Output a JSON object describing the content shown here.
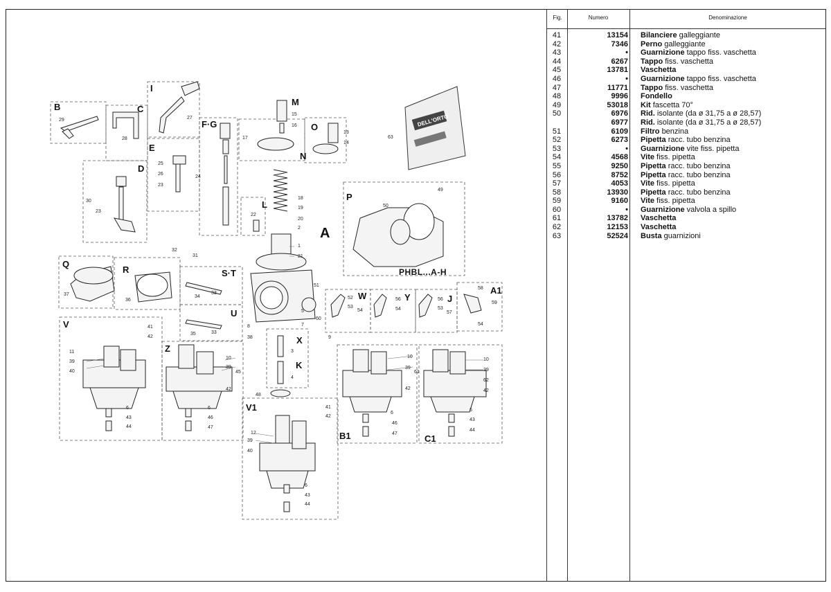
{
  "table": {
    "headers": {
      "fig": "Fig.",
      "numero": "Numero",
      "denominazione": "Denominazione"
    },
    "rows": [
      {
        "fig": "41",
        "numero": "13154",
        "name": "Bilanciere",
        "detail": "galleggiante"
      },
      {
        "fig": "42",
        "numero": "7346",
        "name": "Perno",
        "detail": "galleggiante"
      },
      {
        "fig": "43",
        "numero": "•",
        "name": "Guarnizione",
        "detail": "tappo fiss. vaschetta"
      },
      {
        "fig": "44",
        "numero": "6267",
        "name": "Tappo",
        "detail": "fiss. vaschetta"
      },
      {
        "fig": "45",
        "numero": "13781",
        "name": "Vaschetta",
        "detail": ""
      },
      {
        "fig": "46",
        "numero": "•",
        "name": "Guarnizione",
        "detail": "tappo fiss. vaschetta"
      },
      {
        "fig": "47",
        "numero": "11771",
        "name": "Tappo",
        "detail": "fiss. vaschetta"
      },
      {
        "fig": "48",
        "numero": "9996",
        "name": "Fondello",
        "detail": ""
      },
      {
        "fig": "49",
        "numero": "53018",
        "name": "Kit",
        "detail": "fascetta 70°"
      },
      {
        "fig": "50",
        "numero": "6976",
        "name": "Rid.",
        "detail": "isolante (da ø 31,75 a ø 28,57)"
      },
      {
        "fig": "",
        "numero": "6977",
        "name": "Rid.",
        "detail": "isolante (da ø 31,75 a ø 28,57)"
      },
      {
        "fig": "51",
        "numero": "6109",
        "name": "Filtro",
        "detail": "benzina"
      },
      {
        "fig": "52",
        "numero": "6273",
        "name": "Pipetta",
        "detail": "racc. tubo benzina"
      },
      {
        "fig": "53",
        "numero": "•",
        "name": "Guarnizione",
        "detail": "vite fiss. pipetta"
      },
      {
        "fig": "54",
        "numero": "4568",
        "name": "Vite",
        "detail": "fiss. pipetta"
      },
      {
        "fig": "55",
        "numero": "9250",
        "name": "Pipetta",
        "detail": "racc. tubo benzina"
      },
      {
        "fig": "56",
        "numero": "8752",
        "name": "Pipetta",
        "detail": "racc. tubo benzina"
      },
      {
        "fig": "57",
        "numero": "4053",
        "name": "Vite",
        "detail": "fiss. pipetta"
      },
      {
        "fig": "58",
        "numero": "13930",
        "name": "Pipetta",
        "detail": "racc. tubo benzina"
      },
      {
        "fig": "59",
        "numero": "9160",
        "name": "Vite",
        "detail": "fiss. pipetta"
      },
      {
        "fig": "60",
        "numero": "•",
        "name": "Guarnizione",
        "detail": "valvola a spillo"
      },
      {
        "fig": "61",
        "numero": "13782",
        "name": "Vaschetta",
        "detail": ""
      },
      {
        "fig": "62",
        "numero": "12153",
        "name": "Vaschetta",
        "detail": ""
      },
      {
        "fig": "63",
        "numero": "52524",
        "name": "Busta",
        "detail": "guarnizioni"
      }
    ]
  },
  "diagram": {
    "model": "PHBL...A-H",
    "main_group": "A",
    "groups": [
      "B",
      "C",
      "I",
      "F·G",
      "M",
      "O",
      "N",
      "E",
      "D",
      "L",
      "P",
      "Q",
      "R",
      "S·T",
      "U",
      "W",
      "Y",
      "J",
      "A1",
      "V",
      "Z",
      "X",
      "K",
      "V1",
      "B1",
      "C1"
    ],
    "callouts": [
      "29",
      "28",
      "27",
      "15",
      "16",
      "17",
      "13",
      "14",
      "63",
      "25",
      "26",
      "23",
      "24",
      "30",
      "23",
      "18",
      "19",
      "20",
      "2",
      "22",
      "1",
      "21",
      "50",
      "49",
      "32",
      "31",
      "37",
      "36",
      "34",
      "33",
      "35",
      "33",
      "51",
      "52",
      "53",
      "54",
      "56",
      "54",
      "56",
      "53",
      "57",
      "58",
      "59",
      "54",
      "41",
      "42",
      "11",
      "39",
      "40",
      "6",
      "43",
      "44",
      "10",
      "39",
      "45",
      "42",
      "6",
      "46",
      "47",
      "8",
      "38",
      "7",
      "5",
      "60",
      "9",
      "3",
      "4",
      "48",
      "41",
      "42",
      "12",
      "39",
      "40",
      "6",
      "43",
      "44",
      "10",
      "39",
      "61",
      "42",
      "6",
      "46",
      "47",
      "10",
      "39",
      "62",
      "42",
      "6",
      "43",
      "44"
    ],
    "bag_brand": "DELL'ORTO"
  }
}
